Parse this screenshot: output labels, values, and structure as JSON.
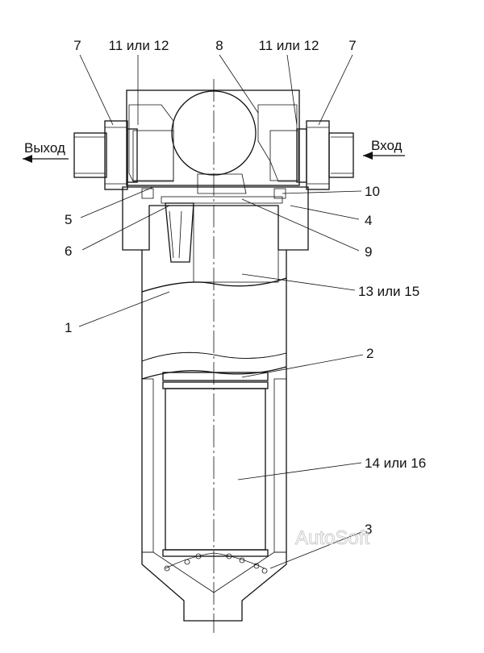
{
  "callouts": [
    "7",
    "11 или 12",
    "8",
    "11 или 12",
    "7",
    "10",
    "4",
    "9",
    "13 или 15",
    "2",
    "14 или 16",
    "3",
    "5",
    "6",
    "1"
  ],
  "io": {
    "outlet": "Выход",
    "inlet": "Вход"
  },
  "watermark": "AutoSoft"
}
